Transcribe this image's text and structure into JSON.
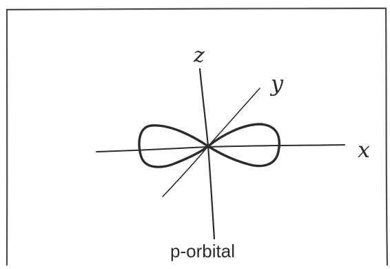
{
  "diagram": {
    "axes": {
      "x_label": "x",
      "y_label": "y",
      "z_label": "z"
    },
    "caption": "p-orbital",
    "colors": {
      "ink": "#2b2b2b",
      "frame": "#4a4a4a",
      "background": "#ffffff"
    }
  }
}
